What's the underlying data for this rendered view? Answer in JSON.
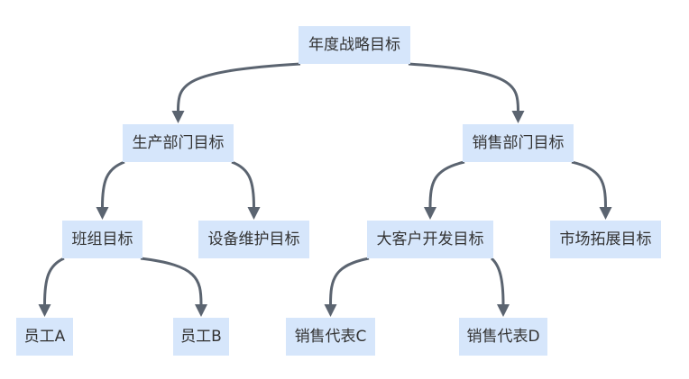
{
  "diagram": {
    "type": "tree",
    "colors": {
      "node_fill": "#d6e6fb",
      "edge": "#5b6470",
      "text": "#333333"
    },
    "nodes": {
      "root": "年度战略目标",
      "production": "生产部门目标",
      "sales": "销售部门目标",
      "team": "班组目标",
      "maintenance": "设备维护目标",
      "key_accounts": "大客户开发目标",
      "market": "市场拓展目标",
      "employee_a": "员工A",
      "employee_b": "员工B",
      "rep_c": "销售代表C",
      "rep_d": "销售代表D"
    },
    "edges": [
      [
        "root",
        "production"
      ],
      [
        "root",
        "sales"
      ],
      [
        "production",
        "team"
      ],
      [
        "production",
        "maintenance"
      ],
      [
        "sales",
        "key_accounts"
      ],
      [
        "sales",
        "market"
      ],
      [
        "team",
        "employee_a"
      ],
      [
        "team",
        "employee_b"
      ],
      [
        "key_accounts",
        "rep_c"
      ],
      [
        "key_accounts",
        "rep_d"
      ]
    ]
  }
}
